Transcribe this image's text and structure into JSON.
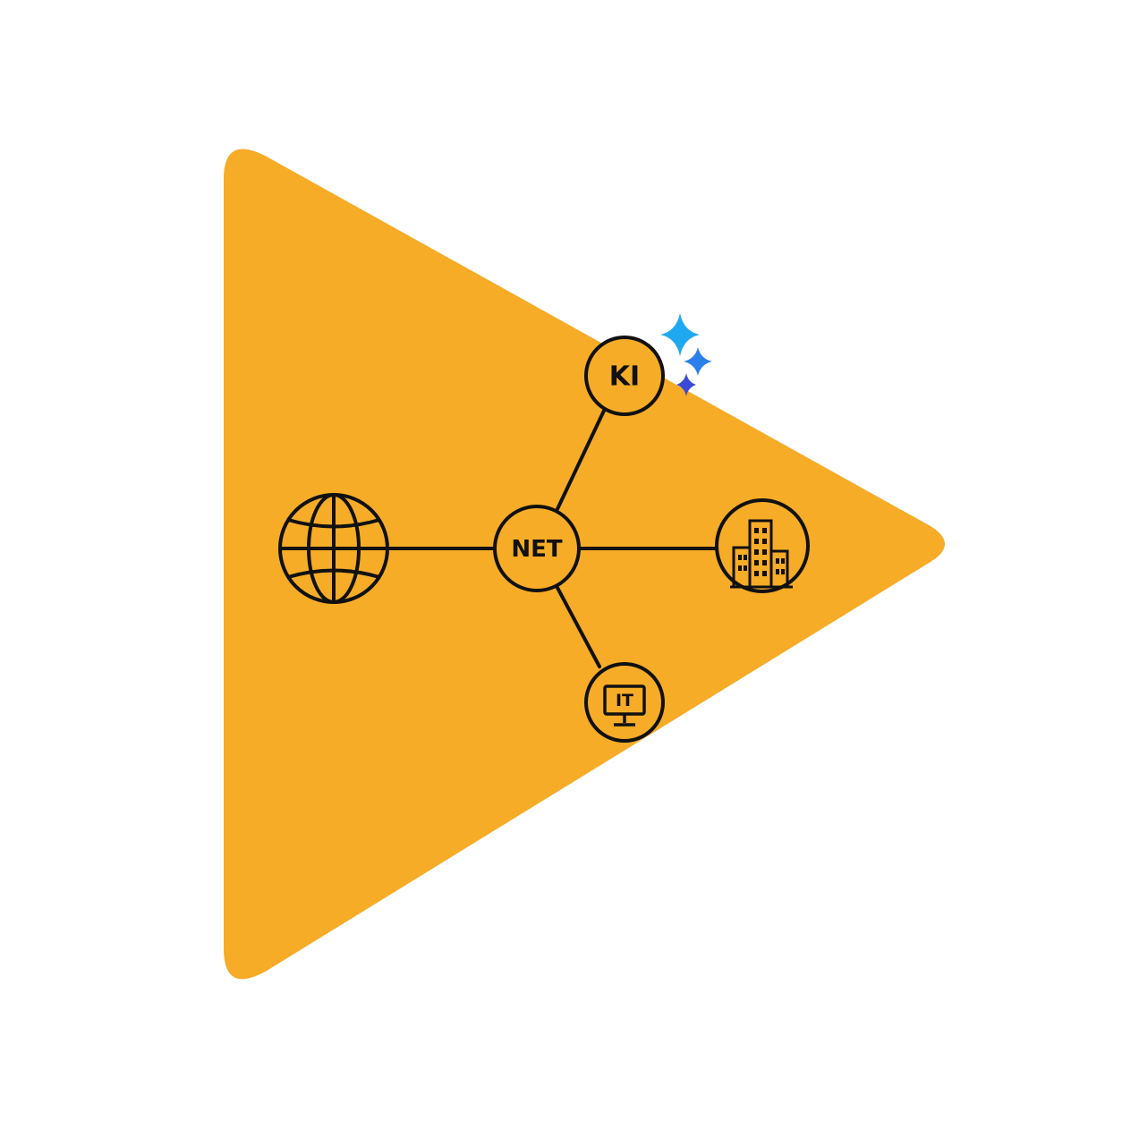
{
  "logo": {
    "shape": "play-triangle",
    "background_color": "#F6AC27",
    "line_color": "#111111",
    "sparkle_colors": [
      "#1EA8F0",
      "#2B7FE8",
      "#3B49D6"
    ]
  },
  "nodes": {
    "center": {
      "label": "NET"
    },
    "top": {
      "label": "KI"
    },
    "bottom": {
      "label": "IT",
      "icon": "monitor-icon"
    },
    "left": {
      "icon": "globe-icon"
    },
    "right": {
      "icon": "building-icon"
    }
  },
  "decoration": {
    "icon": "sparkle-icon",
    "count": 3
  }
}
